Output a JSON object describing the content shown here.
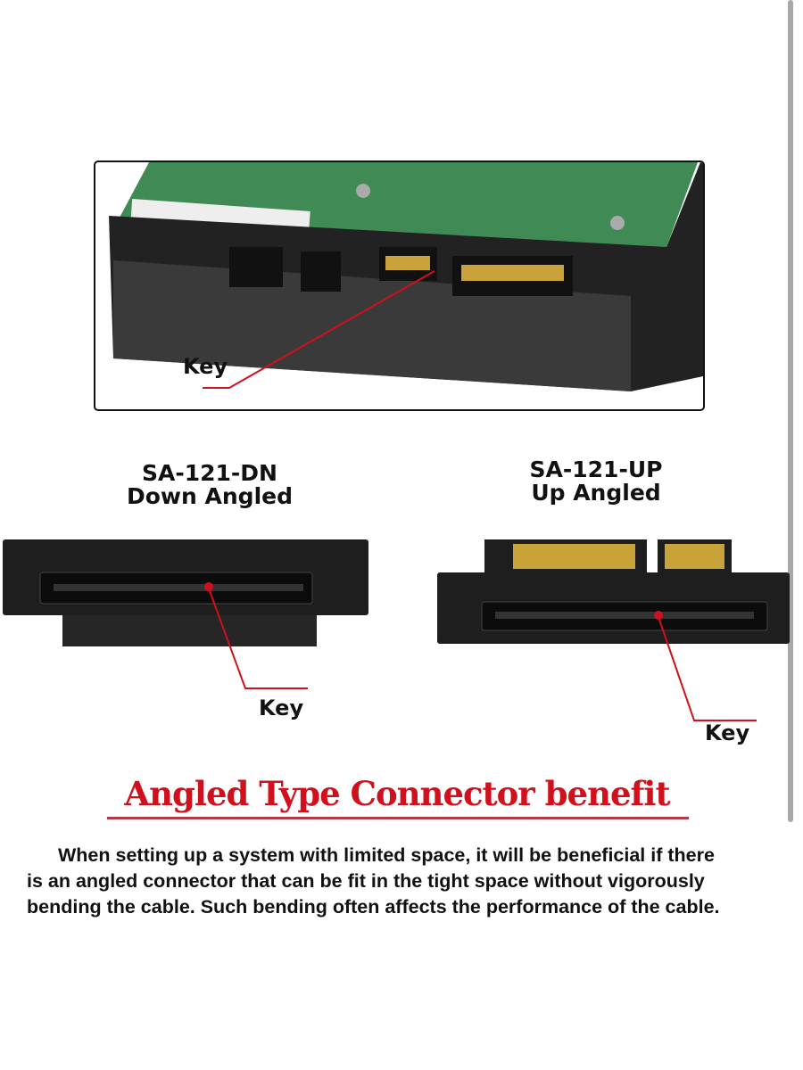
{
  "drive_photo": {
    "key_label": "Key"
  },
  "adapters": [
    {
      "model": "SA-121-DN",
      "orientation": "Down Angled",
      "key_label": "Key"
    },
    {
      "model": "SA-121-UP",
      "orientation": "Up Angled",
      "key_label": "Key"
    }
  ],
  "benefit": {
    "heading": "Angled Type Connector benefit",
    "lines": [
      "When setting up a system with limited space, it will be beneficial if there",
      "is an angled connector that can be fit in the tight space without vigorously",
      "bending the cable. Such bending often affects the performance of the cable."
    ]
  },
  "colors": {
    "accent": "#d0101c",
    "pcb": "#3f8a55",
    "gold": "#c9a23a"
  }
}
